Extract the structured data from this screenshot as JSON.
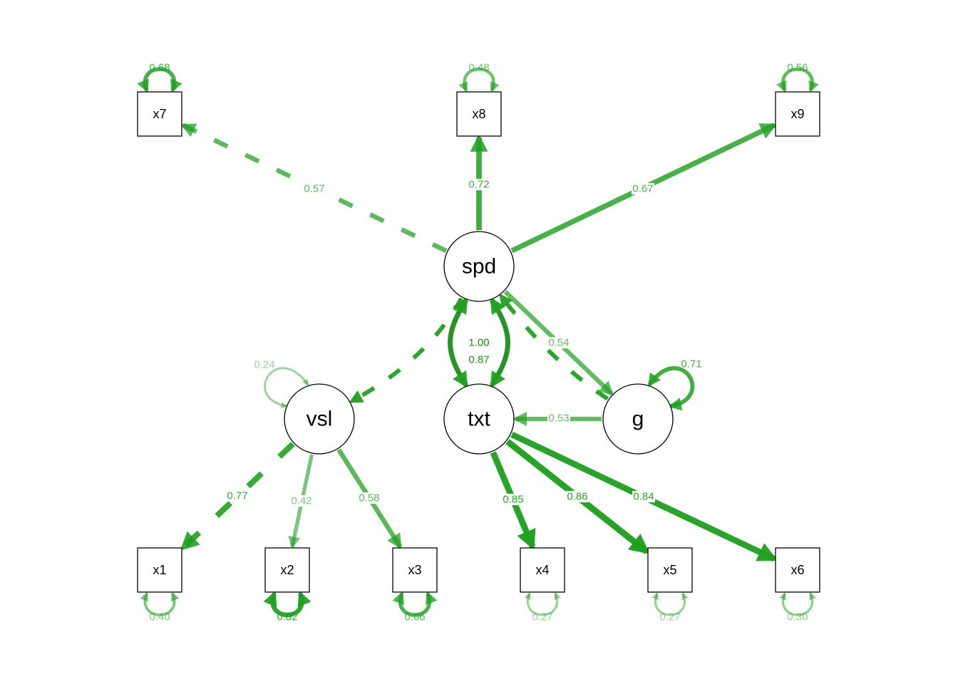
{
  "diagram": {
    "latent_nodes": [
      {
        "id": "spd",
        "label": "spd"
      },
      {
        "id": "vsl",
        "label": "vsl"
      },
      {
        "id": "txt",
        "label": "txt"
      },
      {
        "id": "g",
        "label": "g"
      }
    ],
    "observed_nodes": [
      {
        "id": "x1",
        "label": "x1"
      },
      {
        "id": "x2",
        "label": "x2"
      },
      {
        "id": "x3",
        "label": "x3"
      },
      {
        "id": "x4",
        "label": "x4"
      },
      {
        "id": "x5",
        "label": "x5"
      },
      {
        "id": "x6",
        "label": "x6"
      },
      {
        "id": "x7",
        "label": "x7"
      },
      {
        "id": "x8",
        "label": "x8"
      },
      {
        "id": "x9",
        "label": "x9"
      }
    ],
    "loadings": [
      {
        "from": "spd",
        "to": "x7",
        "value": "0.57",
        "style": "dashed"
      },
      {
        "from": "spd",
        "to": "x8",
        "value": "0.72",
        "style": "solid"
      },
      {
        "from": "spd",
        "to": "x9",
        "value": "0.67",
        "style": "solid"
      },
      {
        "from": "spd",
        "to": "g",
        "value": "0.54",
        "style": "solid"
      },
      {
        "from": "spd",
        "to": "vsl",
        "value": "",
        "style": "dashed"
      },
      {
        "from": "g",
        "to": "spd",
        "value": "",
        "style": "dashed"
      },
      {
        "from": "g",
        "to": "txt",
        "value": "0.53",
        "style": "solid"
      },
      {
        "from": "vsl",
        "to": "x1",
        "value": "0.77",
        "style": "dashed"
      },
      {
        "from": "vsl",
        "to": "x2",
        "value": "0.42",
        "style": "solid"
      },
      {
        "from": "vsl",
        "to": "x3",
        "value": "0.58",
        "style": "solid"
      },
      {
        "from": "txt",
        "to": "x4",
        "value": "0.85",
        "style": "solid"
      },
      {
        "from": "txt",
        "to": "x5",
        "value": "0.86",
        "style": "solid"
      },
      {
        "from": "txt",
        "to": "x6",
        "value": "0.84",
        "style": "solid"
      }
    ],
    "variances": [
      {
        "node": "x7",
        "value": "0.68"
      },
      {
        "node": "x8",
        "value": "0.48"
      },
      {
        "node": "x9",
        "value": "0.56"
      },
      {
        "node": "x1",
        "value": "0.40"
      },
      {
        "node": "x2",
        "value": "0.82"
      },
      {
        "node": "x3",
        "value": "0.66"
      },
      {
        "node": "x4",
        "value": "0.27"
      },
      {
        "node": "x5",
        "value": "0.27"
      },
      {
        "node": "x6",
        "value": "0.30"
      },
      {
        "node": "vsl",
        "value": "0.24"
      },
      {
        "node": "g",
        "value": "0.71"
      },
      {
        "node": "spd",
        "value": "1.00"
      },
      {
        "node": "txt",
        "value": "1.00"
      }
    ],
    "covariance_label": "0.87",
    "colors": {
      "edge_green": "#22a022",
      "dark_green": "#1a8f1a",
      "node_stroke": "#000000",
      "node_fill": "#ffffff"
    }
  }
}
